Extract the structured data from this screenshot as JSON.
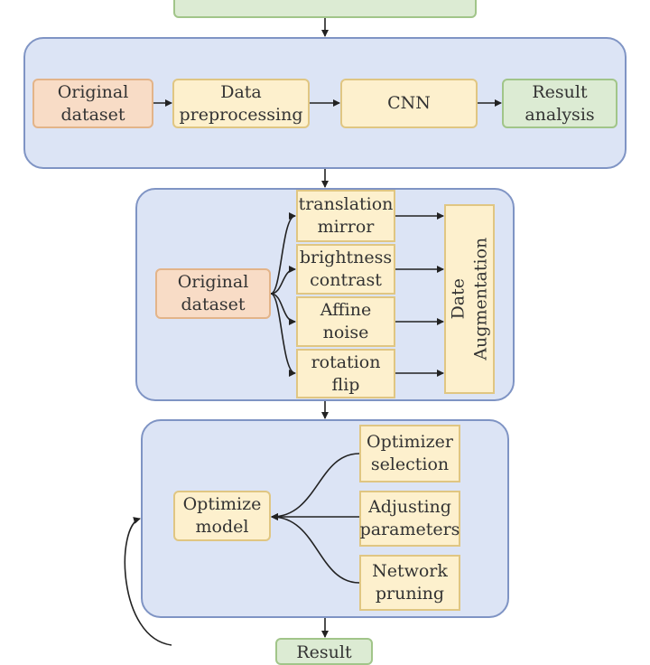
{
  "row1": {
    "original_dataset": "Original\ndataset",
    "data_preprocessing": "Data\npreprocessing",
    "cnn": "CNN",
    "result_analysis": "Result\nanalysis"
  },
  "augmentation": {
    "original_dataset": "Original\ndataset",
    "methods": [
      "translation\nmirror",
      "brightness\ncontrast",
      "Affine\nnoise",
      "rotation\nflip"
    ],
    "target": "Date\nAugmentation"
  },
  "optimize": {
    "model": "Optimize\nmodel",
    "options": [
      "Optimizer\nselection",
      "Adjusting\nparameters",
      "Network\npruning"
    ]
  },
  "bottom_result": "Result",
  "colors": {
    "panel_fill": "#dce4f5",
    "panel_border": "#7f94c4",
    "yellow_fill": "#fdf0cd",
    "orange_fill": "#f8dcc6",
    "green_fill": "#dcebd3",
    "arrow": "#222222"
  }
}
